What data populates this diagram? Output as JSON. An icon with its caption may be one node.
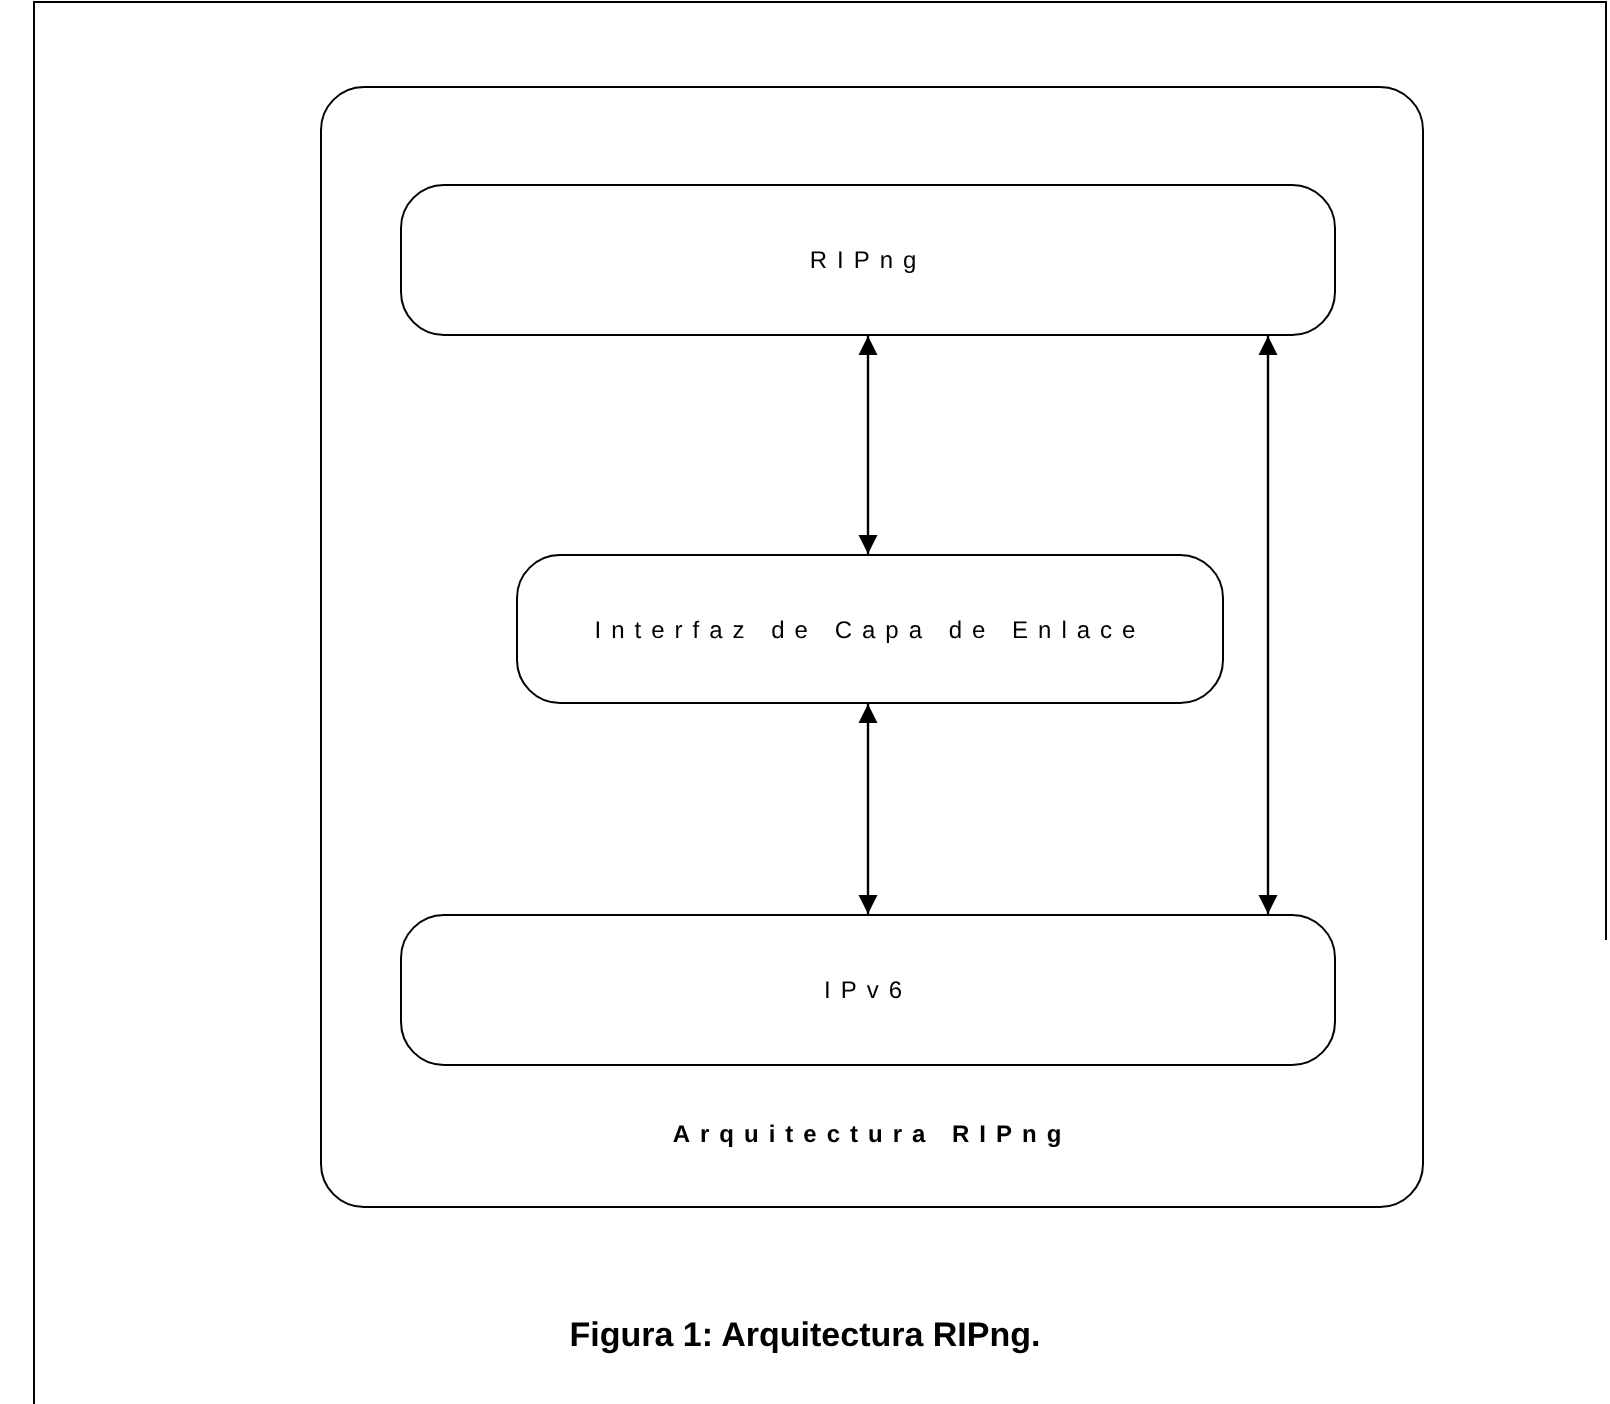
{
  "diagram": {
    "caption": "Figura 1: Arquitectura RIPng.",
    "nodes": [
      {
        "text": [
          "Arquitectura RIPng"
        ]
      },
      {
        "text": [
          "RIPng"
        ],
        "in": 0
      },
      {
        "text": [
          "Interfaz de Capa de Enlace"
        ],
        "in": 0
      },
      {
        "text": [
          "IPv6"
        ],
        "in": 0
      }
    ],
    "edges": [
      {
        "from": 1,
        "to": 2,
        "arrow": "both"
      },
      {
        "from": 2,
        "to": 3,
        "arrow": "both"
      },
      {
        "from": 1,
        "to": 3,
        "arrow": "both"
      }
    ]
  }
}
